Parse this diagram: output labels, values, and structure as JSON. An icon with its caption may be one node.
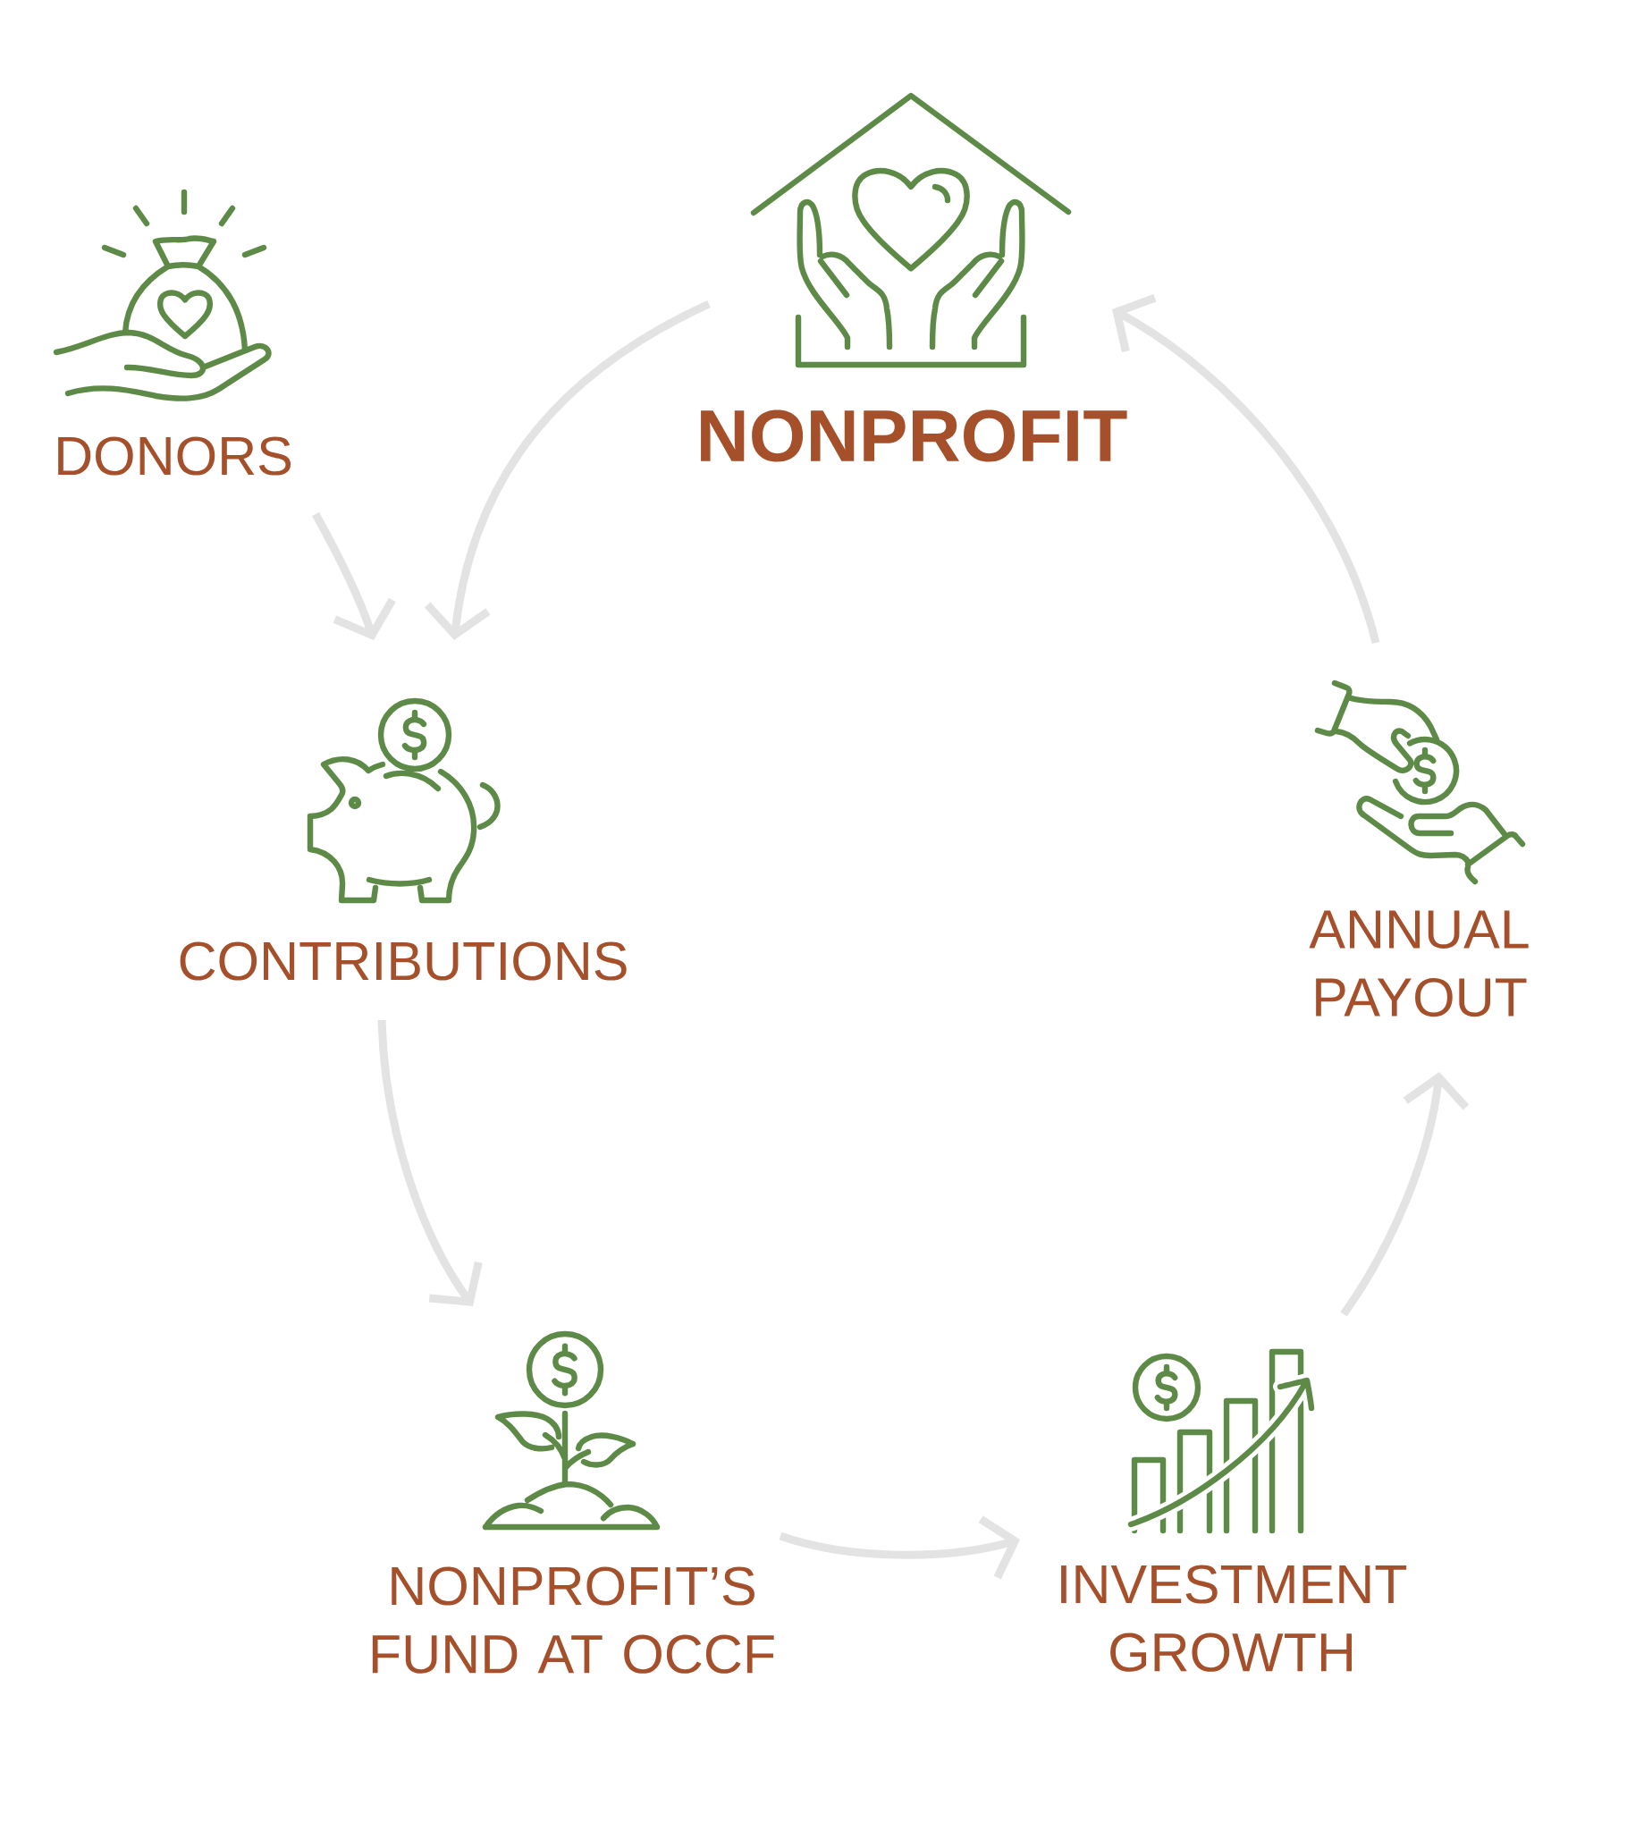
{
  "diagram": {
    "nodes": [
      {
        "text": [
          "DONORS"
        ]
      },
      {
        "text": [
          "NONPROFIT"
        ]
      },
      {
        "text": [
          "CONTRIBUTIONS"
        ]
      },
      {
        "text": [
          "ANNUAL PAYOUT"
        ]
      },
      {
        "text": [
          "NONPROFIT’S FUND AT OCCF"
        ]
      },
      {
        "text": [
          "INVESTMENT GROWTH"
        ]
      }
    ],
    "edges": [
      {
        "from": 0,
        "to": 2,
        "arrow": "to"
      },
      {
        "from": 1,
        "to": 2,
        "arrow": "to"
      },
      {
        "from": 2,
        "to": 4,
        "arrow": "to"
      },
      {
        "from": 4,
        "to": 5,
        "arrow": "to"
      },
      {
        "from": 5,
        "to": 3,
        "arrow": "to"
      },
      {
        "from": 3,
        "to": 1,
        "arrow": "to"
      }
    ]
  }
}
